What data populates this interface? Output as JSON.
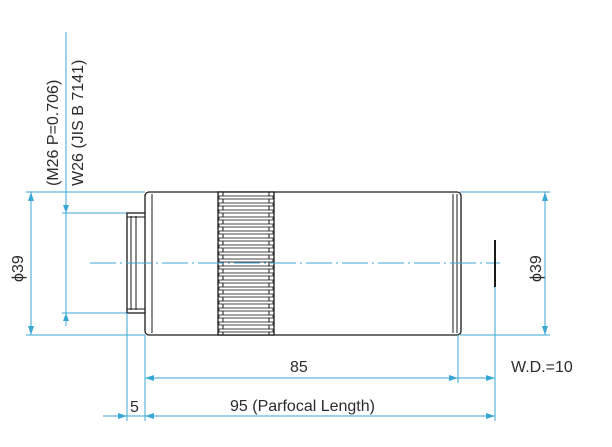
{
  "labels": {
    "thread_m26": "(M26 P=0.706)",
    "thread_w26": "W26 (JIS B 7141)",
    "dia_left": "ϕ39",
    "dia_right": "ϕ39",
    "len_85": "85",
    "working_distance": "W.D.=10",
    "len_5": "5",
    "parfocal": "95 (Parfocal Length)"
  },
  "colors": {
    "dimension_line": "#3aa6d4",
    "outline": "#1a1a1a",
    "text": "#2b2b2b"
  }
}
